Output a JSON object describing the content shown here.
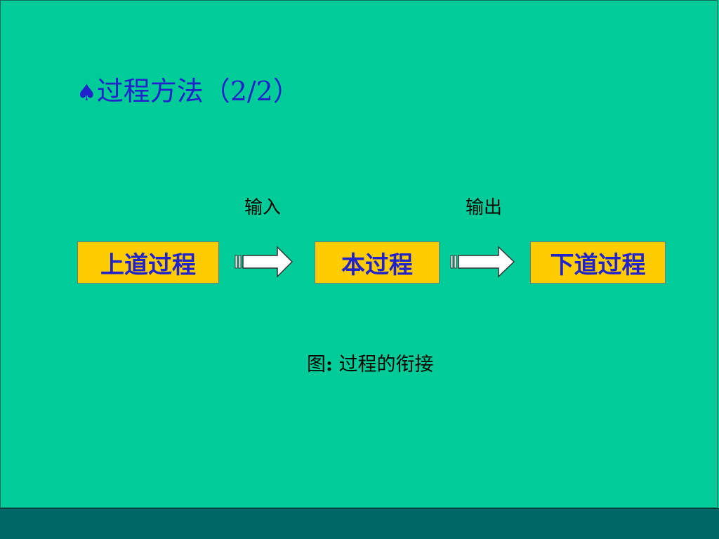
{
  "slide": {
    "bullet": "♠",
    "title": "过程方法（2/2）"
  },
  "diagram": {
    "input_label": "输入",
    "output_label": "输出",
    "steps": [
      "上道过程",
      "本过程",
      "下道过程"
    ]
  },
  "caption": {
    "prefix": "图",
    "colon": ":",
    "text": "过程的衔接"
  },
  "colors": {
    "background": "#00CC99",
    "footer": "#006666",
    "box_fill": "#FFCC00",
    "box_text": "#2222CC",
    "title_text": "#2222CC"
  }
}
